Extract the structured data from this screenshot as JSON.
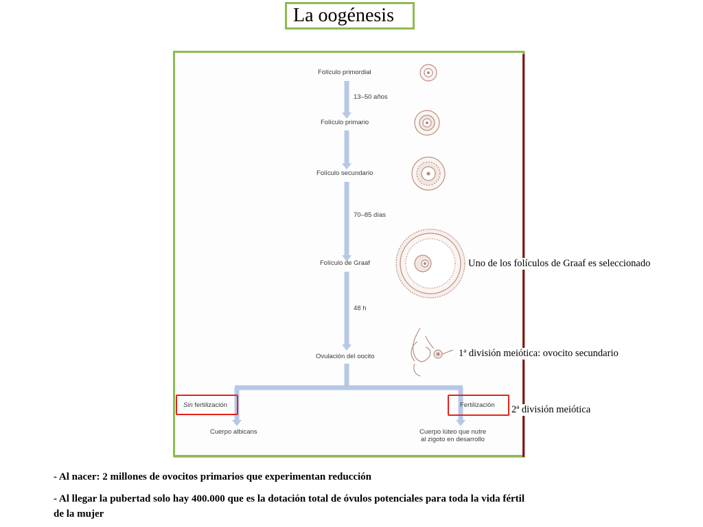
{
  "title": "La oogénesis",
  "diagram": {
    "stages": [
      "Folículo primordial",
      "Folículo primario",
      "Folículo secundario",
      "Folículo de Graaf",
      "Ovulación del oocito"
    ],
    "intervals": [
      "13–50 años",
      "70–85 días",
      "48 h"
    ],
    "branch_left": {
      "prefix": "Sin",
      "label": " fertilización",
      "result": "Cuerpo albicans"
    },
    "branch_right": {
      "label": "Fertilización",
      "result_line1": "Cuerpo lúteo que nutre",
      "result_line2": "al zigoto en desarrollo"
    }
  },
  "annotations": {
    "graaf": "Uno de los folículos de Graaf es seleccionado",
    "first_division": "1ª división meiótica: ovocito secundario",
    "second_division": "2ª división meiótica"
  },
  "bullets": [
    "- Al nacer: 2 millones de ovocitos primarios  que experimentan reducción",
    "- Al llegar la pubertad solo hay 400.000 que es la dotación total de óvulos potenciales para toda la vida fértil",
    "de la mujer"
  ],
  "colors": {
    "frame_border": "#8cbb50",
    "arrow": "#b7c8e6",
    "highlight": "#e2231a",
    "cell": "#b78f83"
  }
}
